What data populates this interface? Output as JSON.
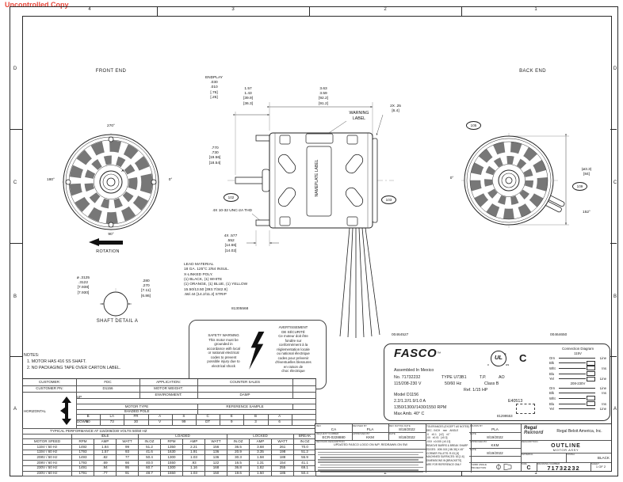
{
  "colors": {
    "watermark": "#e8483c",
    "line": "#222222"
  },
  "watermark": "Uncontrolled Copy",
  "border": {
    "cols": [
      "4",
      "3",
      "2",
      "1"
    ],
    "rows": [
      "D",
      "C",
      "B",
      "A"
    ]
  },
  "front": {
    "title": "FRONT END",
    "angle_top": "270°",
    "angle_left": "180°",
    "angle_right": "0°",
    "angle_bottom": "90°",
    "datum": "A",
    "rotation": "ROTATION"
  },
  "side": {
    "warning": "WARNING\nLABEL",
    "nameplate": "NAMEPLATE LABEL",
    "endplay": "ENDPLAY\n.030\n.010\n[.76]\n[.25]",
    "shaft_ext": "1.57\n1.43\n[39.9]\n[36.3]",
    "body_len": "3.63\n3.59\n[92.2]\n[91.2]",
    "boss": "2X .25\n[6.4]",
    "flat": ".770\n.730\n[19.56]\n[18.54]",
    "thread": "4X 10-32 UNC-2A THD",
    "stud": "4X .577\n.552\n[14.66]\n[14.02]",
    "callout_shaft": "102",
    "callout_shell": "103"
  },
  "back": {
    "title": "BACK END",
    "dia": "(⌀3.3)\n[84]",
    "angle_left": "0°",
    "lead_angle": "152°",
    "callout_shell": "105",
    "callout_leads": "109"
  },
  "shaft_detail": {
    "title": "SHAFT DETAIL A",
    "dia": "⌀ .3125\n.3122\n[7.938]\n[7.930]",
    "flat": ".280\n.270\n[7.11]\n[6.86]"
  },
  "lead_note": {
    "text": "LEAD MATERIAL\n18 GA. 125°C 2/64 INSUL.\nX-LINKED POLY.\n(1) BLACK, (1) WHITE\n(1) ORANGE, (1) BLUE, (1) YELLOW\n15.50/13.50 [393.7/342.9]\n.56/.44 [14.2/11.2] STRIP",
    "number": "81305568"
  },
  "safety": {
    "en": "SAFETY WARNING\nThis motor must be\ngrounded in\naccordance with local\nor national electrical\ncodes to prevent\npossible injury due to\nelectrical shock",
    "fr": "AVERTISSEMENT\nDE SÉCURITÉ\nCe moteur doit être\nfondée sur\nconformément à la\nréglementation locale\nou national électrique\ncodes pour prévenir\nd'éventuelles blessures\nen raison de\nchoc électrique"
  },
  "notes": {
    "title": "NOTES:",
    "items": [
      "1.   MOTOR HAS 416 SS SHAFT.",
      "2.   NO PACKAGING TAPE OVER CARTON LABEL."
    ]
  },
  "nameplate": {
    "corner_left": "00464527",
    "corner_right": "00464650",
    "brand": "FASCO",
    "tm": "™",
    "assembled": "Assembled In Mexico",
    "no": "No. 71732232",
    "type_label": "TYPE",
    "type": "U73B1",
    "tp": "T.P.",
    "ao": "AO",
    "volts": "115/208-230 V",
    "hz": "50/60 Hz",
    "cls": "Class B",
    "ref": "Ref. 1/15 HP",
    "model": "Model D1156",
    "amps": "2.2/1.2//1.9/1.0 A",
    "ul_file": "E40513",
    "rpm": "1350/1300//1430/1550 RPM",
    "amb": "Max Amb. 40° C",
    "ul": "UL",
    "ul_c": "c",
    "ul_us": "us",
    "ul_r": "®",
    "c_mark": "C",
    "tag": "81299553",
    "connection": {
      "title": "Connection Diagram",
      "sections": [
        {
          "v": "115V",
          "rows": [
            {
              "w": "Orn",
              "d": "Line",
              "b": false
            },
            {
              "w": "Blk",
              "d": "",
              "b": true
            },
            {
              "w": "Wht",
              "d": "Ins",
              "b": true
            },
            {
              "w": "Blu",
              "d": "",
              "b": true
            },
            {
              "w": "Yel",
              "d": "Line",
              "b": true
            }
          ]
        },
        {
          "v": "208-230V",
          "rows": [
            {
              "w": "Orn",
              "d": "Line",
              "b": false
            },
            {
              "w": "Blk",
              "d": "Ins",
              "b": false
            },
            {
              "w": "Wht",
              "d": "",
              "b": true
            },
            {
              "w": "Blu",
              "d": "Ins",
              "b": true
            },
            {
              "w": "Yel",
              "d": "Line",
              "b": false
            }
          ]
        }
      ]
    }
  },
  "spec": {
    "r1l": "CUSTOMER:",
    "r1v": "FDC",
    "r1l2": "APPLICATION:",
    "r1v2": "COUNTER SALES",
    "r2l": "CUSTOMER PN:",
    "r2v": "D1156",
    "r2l2": "MOTOR WEIGHT:",
    "r2v2": "",
    "r3l2": "ENVIRONMENT:",
    "r3v2": "DAMP",
    "horizontal": "HORIZONTAL",
    "up": "UP",
    "down": "DOWN",
    "motor_type_label": "MOTOR TYPE",
    "motor_type": "SHADED POLE",
    "ref_sample": "REFERENCE SAMPLE",
    "code_headers": [
      "B",
      "LA",
      "FR",
      "A",
      "S",
      "C",
      "E",
      "B",
      "A",
      ""
    ],
    "code_values": [
      "60",
      "73",
      "30",
      "V",
      "99",
      "DT",
      "9",
      "3",
      "6",
      ""
    ]
  },
  "performance": {
    "title": "TYPICAL PERFORMANCE AT 115/208/230 VOLTS 50/60 HZ",
    "groups": [
      {
        "label": "",
        "span": 1
      },
      {
        "label": "IDLE",
        "span": 3
      },
      {
        "label": "LOADED",
        "span": 4
      },
      {
        "label": "LOCKED",
        "span": 3
      },
      {
        "label": "BREAK",
        "span": 1
      }
    ],
    "columns": [
      "MOTOR SPEED",
      "RPM",
      "AMP",
      "WATT",
      "IN.OZ",
      "RPM",
      "AMP",
      "WATT",
      "IN.OZ",
      "AMP",
      "WATT",
      "IN.OZ"
    ],
    "rows": [
      [
        "115V / 50 Hz",
        "1492",
        "1.84",
        "99",
        "51.2",
        "1350",
        "2.21",
        "156",
        "36.5",
        "3.68",
        "261",
        "70.0"
      ],
      [
        "115V / 60 Hz",
        "1793",
        "1.57",
        "93",
        "41.6",
        "1630",
        "1.91",
        "136",
        "20.9",
        "3.35",
        "198",
        "51.2"
      ],
      [
        "208V / 50 Hz",
        "1493",
        ".82",
        "77",
        "50.4",
        "1300",
        "1.03",
        "136",
        "30.3",
        "1.58",
        "188",
        "55.9"
      ],
      [
        "208V / 60 Hz",
        "1793",
        ".69",
        "66",
        "40.0",
        "1550",
        ".93",
        "122",
        "16.5",
        "1.31",
        "154",
        "41.1"
      ],
      [
        "230V / 50 Hz",
        "1491",
        ".94",
        "95",
        "60.7",
        "1300",
        "1.16",
        "168",
        "36.8",
        "1.82",
        "255",
        "69.1"
      ],
      [
        "230V / 60 Hz",
        "1791",
        ".77",
        "91",
        "48.7",
        "1550",
        "1.03",
        "150",
        "19.6",
        "1.50",
        "185",
        "50.4"
      ]
    ]
  },
  "titleblock": {
    "rev_header": "REV",
    "rev": "CA",
    "revby_header": "REVISED BY",
    "revby": "PLA",
    "revdate_header": "REV RATING DATE",
    "revdate": "8/18/2022",
    "req_header": "REQUEST NUMBER",
    "req": "ECR-0228880",
    "appr_header": "APPROVED BY",
    "appr": "KKM",
    "date_header": "DATE",
    "appr_date": "8/18/2022",
    "desc_header": "REVISION DESCRIPTION",
    "desc": "UPDATED FASCO LOGO ON N/P, REDRAWN ON SW",
    "tolerances": "TOLERANCES (EXCEPT AS NOTED)\nDEC.  INCH    mm    ANGLE\n.X    ±0.1    [±2]    ±1°\n.XX   ±0.01   [±0.3]\n.XXX  ±0.005  [±0.13]\nREMOVE BURRS & BREAK SHARP\nEDGES: .005/.015 [.08/.38] X 45°\nCORNER FILLETS: R.03 [.8]\nMACHINED SURFACES: 63 [1.6]\nDIMENSIONS IN [BRACKETS]\nARE FOR REFERENCE ONLY",
    "drawn_header": "DRAWN BY",
    "drawn": "PLA",
    "drawn_date_header": "DATE",
    "drawn_date": "8/19/2022",
    "appr2_header": "APPROVED BY",
    "appr2": "KKM",
    "appr2_date_header": "DATE",
    "appr2_date": "8/19/2022",
    "logo1": "Regal",
    "logo2": "Rexnord",
    "company": "Regal Beloit America, Inc.",
    "desc_label": "DESCRIPTION",
    "title1": "OUTLINE",
    "title2": "MOTOR ASSY",
    "material_label": "MATERIAL",
    "finish_label": "FINISH",
    "finish": "BLACK",
    "projection": "THIRD ANGLE\nPROJECTION",
    "size_label": "SIZE",
    "size": "C",
    "dwg_label": "DRAWING NUMBER",
    "dwg": "71732232",
    "sheet_label": "SHEET",
    "sheet": "1 OF 2"
  }
}
